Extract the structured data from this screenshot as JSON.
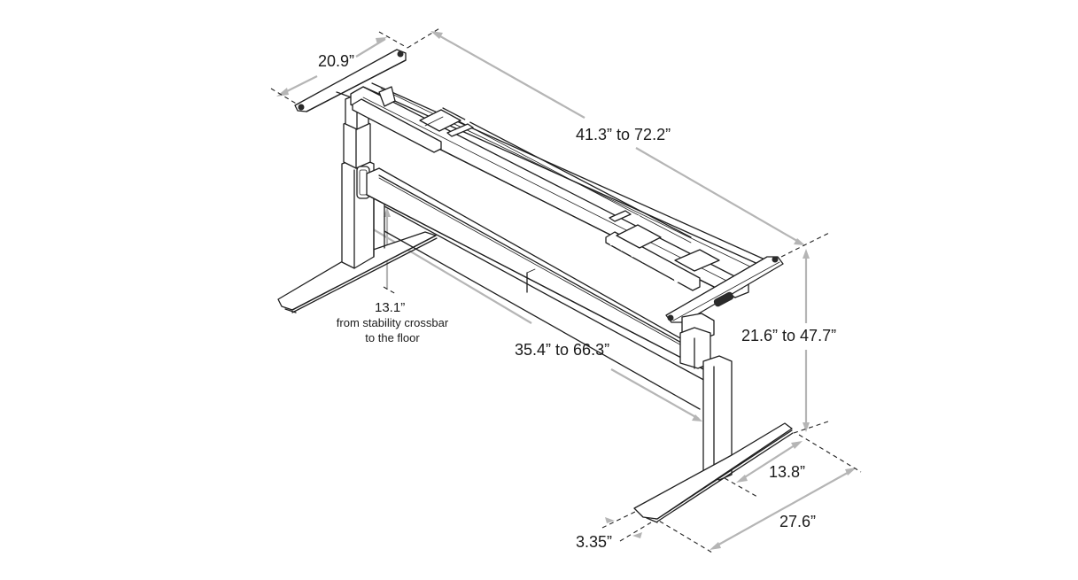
{
  "diagram": {
    "subject": "Electric standing desk frame with dimensions",
    "colors": {
      "line": "#1f1f1f",
      "dimension": "#b5b5b5",
      "background": "#ffffff"
    },
    "dimensions": {
      "top_bracket_depth": "20.9”",
      "frame_width": "41.3” to 72.2”",
      "crossbar_height_value": "13.1”",
      "crossbar_height_note_line1": "from stability crossbar",
      "crossbar_height_note_line2": "to the floor",
      "crossbar_width": "35.4” to 66.3”",
      "height_range": "21.6” to 47.7”",
      "foot_inner": "13.8”",
      "foot_length": "27.6”",
      "foot_thickness": "3.35”"
    },
    "icons": {
      "control_panel": "handset-icon"
    }
  }
}
